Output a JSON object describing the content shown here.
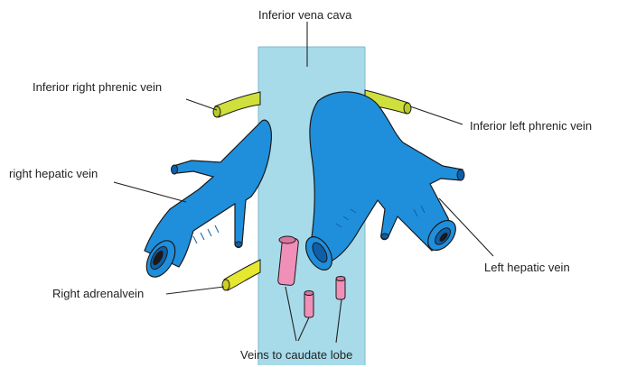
{
  "labels": {
    "ivc": "Inferior vena cava",
    "right_phrenic": "Inferior right phrenic vein",
    "left_phrenic": "Inferior left phrenic vein",
    "right_hepatic": "right hepatic vein",
    "left_hepatic": "Left hepatic vein",
    "right_adrenal": "Right adrenalvein",
    "caudate": "Veins to caudate lobe"
  },
  "colors": {
    "ivc_fill": "#a7dbea",
    "hepatic_vein": "#1f8fdc",
    "hepatic_vein_dark": "#0f5fa8",
    "phrenic_vein": "#cfe03c",
    "adrenal_vein": "#e6e830",
    "caudate_vein": "#f08fb8",
    "outline": "#1a1a1a",
    "leader_line": "#222222",
    "label_text": "#222222"
  }
}
